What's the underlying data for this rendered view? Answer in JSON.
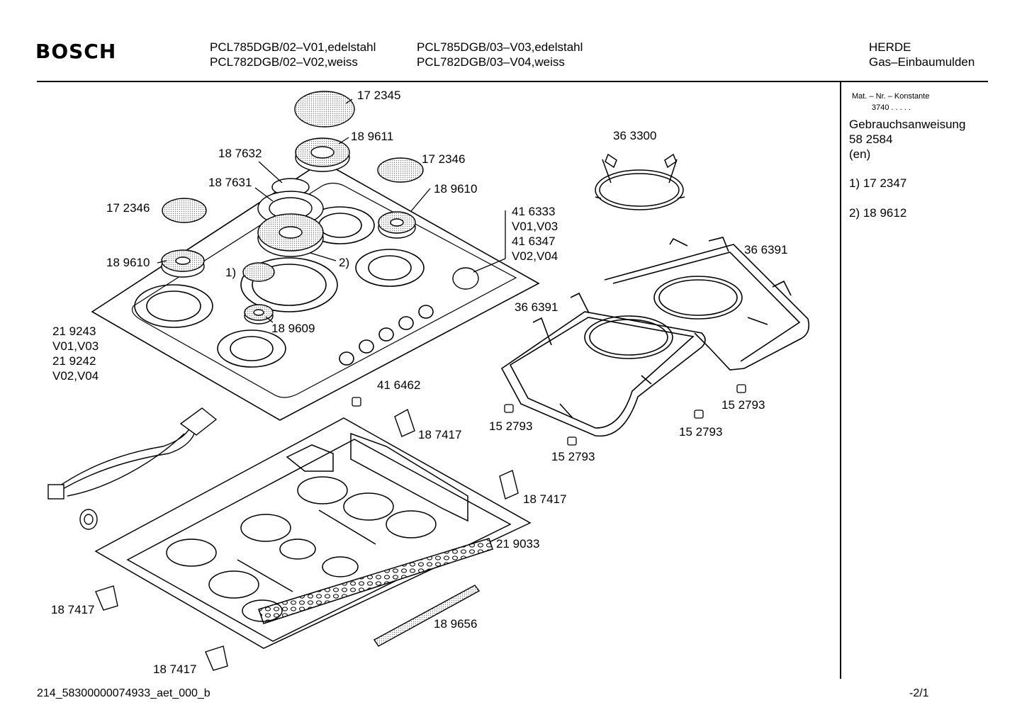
{
  "header": {
    "brand": "BOSCH",
    "models_col1": [
      "PCL785DGB/02–V01,edelstahl",
      "PCL782DGB/02–V02,weiss"
    ],
    "models_col2": [
      "PCL785DGB/03–V03,edelstahl",
      "PCL782DGB/03–V04,weiss"
    ],
    "category": [
      "HERDE",
      "Gas–Einbaumulden"
    ]
  },
  "sidebar": {
    "mat_label": "Mat. – Nr. – Konstante",
    "mat_value": "3740  .   .   .   .   .",
    "manual_title": "Gebrauchsanweisung",
    "manual_number": "58 2584",
    "manual_lang": "(en)",
    "notes": [
      "1)  17 2347",
      "2)  18 9612"
    ]
  },
  "parts": {
    "p172345": "17 2345",
    "p189611": "18 9611",
    "p187632": "18 7632",
    "p172346a": "17 2346",
    "p187631": "18 7631",
    "p189610a": "18 9610",
    "p172346b": "17 2346",
    "p189610b": "18 9610",
    "p416333": [
      "41 6333",
      "V01,V03",
      "41 6347",
      "V02,V04"
    ],
    "p363300": "36 3300",
    "p366391a": "36 6391",
    "p366391b": "36 6391",
    "note1": "1)",
    "note2": "2)",
    "p189609": "18 9609",
    "p219243": [
      "21 9243",
      "V01,V03",
      "21 9242",
      "V02,V04"
    ],
    "p416462": "41 6462",
    "p187417a": "18 7417",
    "p187417b": "18 7417",
    "p187417c": "18 7417",
    "p187417d": "18 7417",
    "p152793a": "15 2793",
    "p152793b": "15 2793",
    "p152793c": "15 2793",
    "p152793d": "15 2793",
    "p219033": "21 9033",
    "p189656": "18 9656"
  },
  "footer": {
    "doc_id": "214_58300000074933_aet_000_b",
    "page": "-2/1"
  }
}
